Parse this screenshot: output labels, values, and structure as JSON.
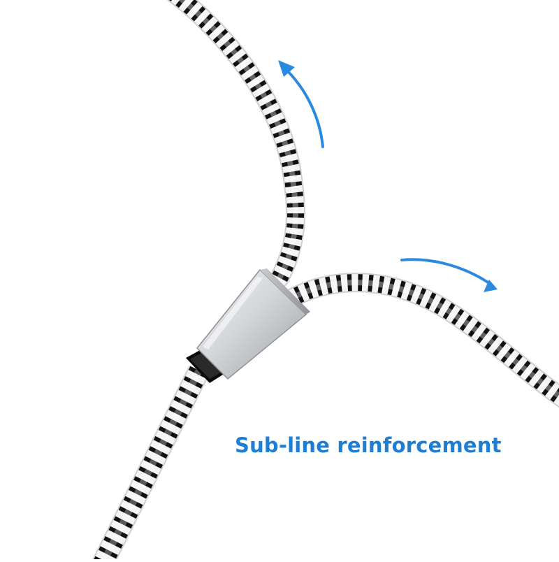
{
  "caption": {
    "text": "Sub-line reinforcement"
  },
  "colors": {
    "background": "#ffffff",
    "caption": "#1e7ed3",
    "arrow": "#2a8ae0",
    "braid_light": "#f4f4f4",
    "braid_dark": "#111111",
    "splitter_metal": "#d4d6d9",
    "splitter_tip": "#0a0a0a"
  },
  "icons": {
    "upper_arrow": "curved-arrow-up-left",
    "right_arrow": "curved-arrow-right-down",
    "splitter": "metal-y-splitter-sleeve"
  }
}
